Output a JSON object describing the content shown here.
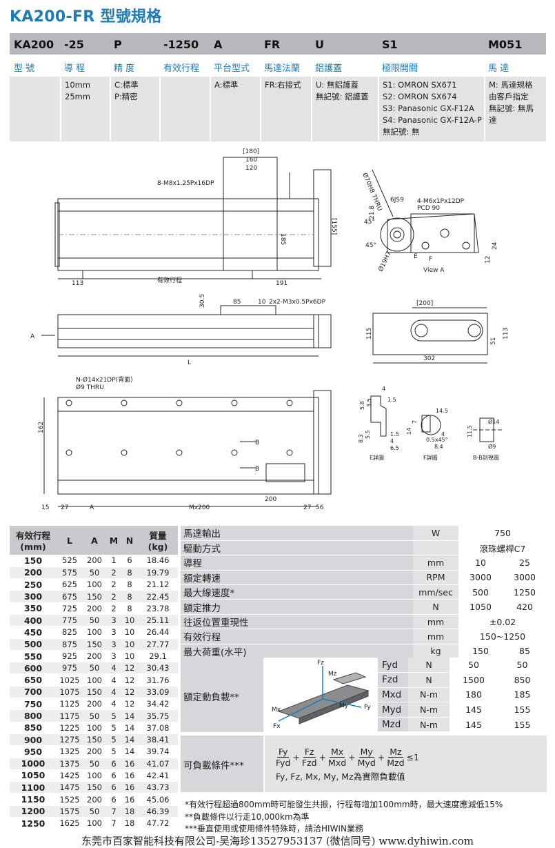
{
  "title": "KA200-FR 型號規格",
  "order": {
    "headers": [
      "KA200",
      "-25",
      "P",
      "-1250",
      "A",
      "FR",
      "U",
      "S1",
      "M051"
    ],
    "labels": [
      "型 號",
      "導 程",
      "精 度",
      "有效行程",
      "平台型式",
      "馬達法蘭",
      "鋁護蓋",
      "極限開關",
      "馬 達"
    ],
    "options": [
      "",
      "10mm\n25mm",
      "C:標準\nP:精密",
      "",
      "A:標準",
      "FR:右接式",
      "U: 無鋁護蓋\n無記號: 鋁護蓋",
      "S1: OMRON SX671\nS2: OMRON SX674\nS3: Panasonic GX-F12A\nS4: Panasonic GX-F12A-P\n無記號: 無",
      "M: 馬達規格\n由客戶指定\n無記號: 無馬\n達"
    ]
  },
  "drawing": {
    "dims_top": [
      "[180]",
      "160",
      "120",
      "8-M8x1.25Px16DP",
      "[155]",
      "185",
      "113",
      "有效行程",
      "191"
    ],
    "view_a": [
      "Ø70H8 THRU",
      "6JS9",
      "4-M6x1Px12DP",
      "PCD 90",
      "45°",
      "21.8",
      "45°",
      "Ø19H7",
      "E",
      "F",
      "12",
      "24",
      "View A"
    ],
    "dims_mid": [
      "30.5",
      "85",
      "10",
      "2x2-M3x0.5Px6DP",
      "A",
      "L",
      "[200]",
      "115",
      "51",
      "113",
      "302"
    ],
    "dims_bot": [
      "N-Ø14x21DP(背面)",
      "Ø9 THRU",
      "162",
      "B",
      "B",
      "200",
      "15",
      "27",
      "A",
      "Mx200",
      "27",
      "56"
    ],
    "details": [
      "5.8",
      "3.5",
      "4",
      "1.5",
      "8.3",
      "5.5",
      "1.5",
      "4",
      "6.5",
      "E詳圖",
      "14.5",
      "7",
      "14",
      "0.5x45°",
      "8.4",
      "4",
      "F詳圖",
      "11.5",
      "Ø14",
      "Ø9",
      "B-B剖視圖"
    ]
  },
  "stroke_table": {
    "headers": [
      "有效行程\n(mm)",
      "L",
      "A",
      "M",
      "N",
      "質量\n(kg)"
    ],
    "rows": [
      [
        "150",
        "525",
        "200",
        "1",
        "6",
        "18.46"
      ],
      [
        "200",
        "575",
        "50",
        "2",
        "8",
        "19.79"
      ],
      [
        "250",
        "625",
        "100",
        "2",
        "8",
        "21.12"
      ],
      [
        "300",
        "675",
        "150",
        "2",
        "8",
        "22.45"
      ],
      [
        "350",
        "725",
        "200",
        "2",
        "8",
        "23.78"
      ],
      [
        "400",
        "775",
        "50",
        "3",
        "10",
        "25.11"
      ],
      [
        "450",
        "825",
        "100",
        "3",
        "10",
        "26.44"
      ],
      [
        "500",
        "875",
        "150",
        "3",
        "10",
        "27.77"
      ],
      [
        "550",
        "925",
        "200",
        "3",
        "10",
        "29.1"
      ],
      [
        "600",
        "975",
        "50",
        "4",
        "12",
        "30.43"
      ],
      [
        "650",
        "1025",
        "100",
        "4",
        "12",
        "31.76"
      ],
      [
        "700",
        "1075",
        "150",
        "4",
        "12",
        "33.09"
      ],
      [
        "750",
        "1125",
        "200",
        "4",
        "12",
        "34.42"
      ],
      [
        "800",
        "1175",
        "50",
        "5",
        "14",
        "35.75"
      ],
      [
        "850",
        "1225",
        "100",
        "5",
        "14",
        "37.08"
      ],
      [
        "900",
        "1275",
        "150",
        "5",
        "14",
        "38.41"
      ],
      [
        "950",
        "1325",
        "200",
        "5",
        "14",
        "39.74"
      ],
      [
        "1000",
        "1375",
        "50",
        "6",
        "16",
        "41.07"
      ],
      [
        "1050",
        "1425",
        "100",
        "6",
        "16",
        "42.41"
      ],
      [
        "1100",
        "1475",
        "150",
        "6",
        "16",
        "43.73"
      ],
      [
        "1150",
        "1525",
        "200",
        "6",
        "16",
        "45.06"
      ],
      [
        "1200",
        "1575",
        "50",
        "7",
        "18",
        "46.39"
      ],
      [
        "1250",
        "1625",
        "100",
        "7",
        "18",
        "47.72"
      ]
    ]
  },
  "spec": {
    "motor_output": [
      "馬達輸出",
      "W",
      "750"
    ],
    "drive": [
      "驅動方式",
      "",
      "滾珠螺桿C7"
    ],
    "lead": [
      "導程",
      "mm",
      "10",
      "25"
    ],
    "speed": [
      "額定轉速",
      "RPM",
      "3000",
      "3000"
    ],
    "max_speed": [
      "最大線速度*",
      "mm/sec",
      "500",
      "1250"
    ],
    "thrust": [
      "額定推力",
      "N",
      "1050",
      "420"
    ],
    "repeat": [
      "往返位置重現性",
      "mm",
      "±0.02"
    ],
    "stroke": [
      "有效行程",
      "mm",
      "150~1250"
    ],
    "load": [
      "最大荷重(水平)",
      "kg",
      "150",
      "85"
    ],
    "dyn_label": "額定動負載**",
    "dyn": [
      [
        "Fyd",
        "N",
        "50",
        "50"
      ],
      [
        "Fzd",
        "N",
        "1500",
        "850"
      ],
      [
        "Mxd",
        "N-m",
        "180",
        "185"
      ],
      [
        "Myd",
        "N-m",
        "145",
        "155"
      ],
      [
        "Mzd",
        "N-m",
        "145",
        "155"
      ]
    ],
    "axes": [
      "Fz",
      "Mz",
      "Fy",
      "My",
      "Mx",
      "Fx"
    ],
    "cond_label": "可負載條件***",
    "formula_num": [
      "Fy",
      "Fz",
      "Mx",
      "My",
      "Mz"
    ],
    "formula_den": [
      "Fyd",
      "Fzd",
      "Mxd",
      "Myd",
      "Mzd"
    ],
    "formula_tail": "≤1",
    "formula_note": "Fy, Fz, Mx, My, Mz為實際負載值"
  },
  "notes": [
    "*有效行程超過800mm時可能發生共振，行程每增加100mm時，最大速度應減低15%",
    "**負載條件以行走10,000km為準",
    "***垂直使用或使用條件特殊時，請洽HIWIN業務"
  ],
  "footer": "东莞市百家智能科技有限公司-吴海珍13527953137 (微信同号) www.dyhiwin.com"
}
